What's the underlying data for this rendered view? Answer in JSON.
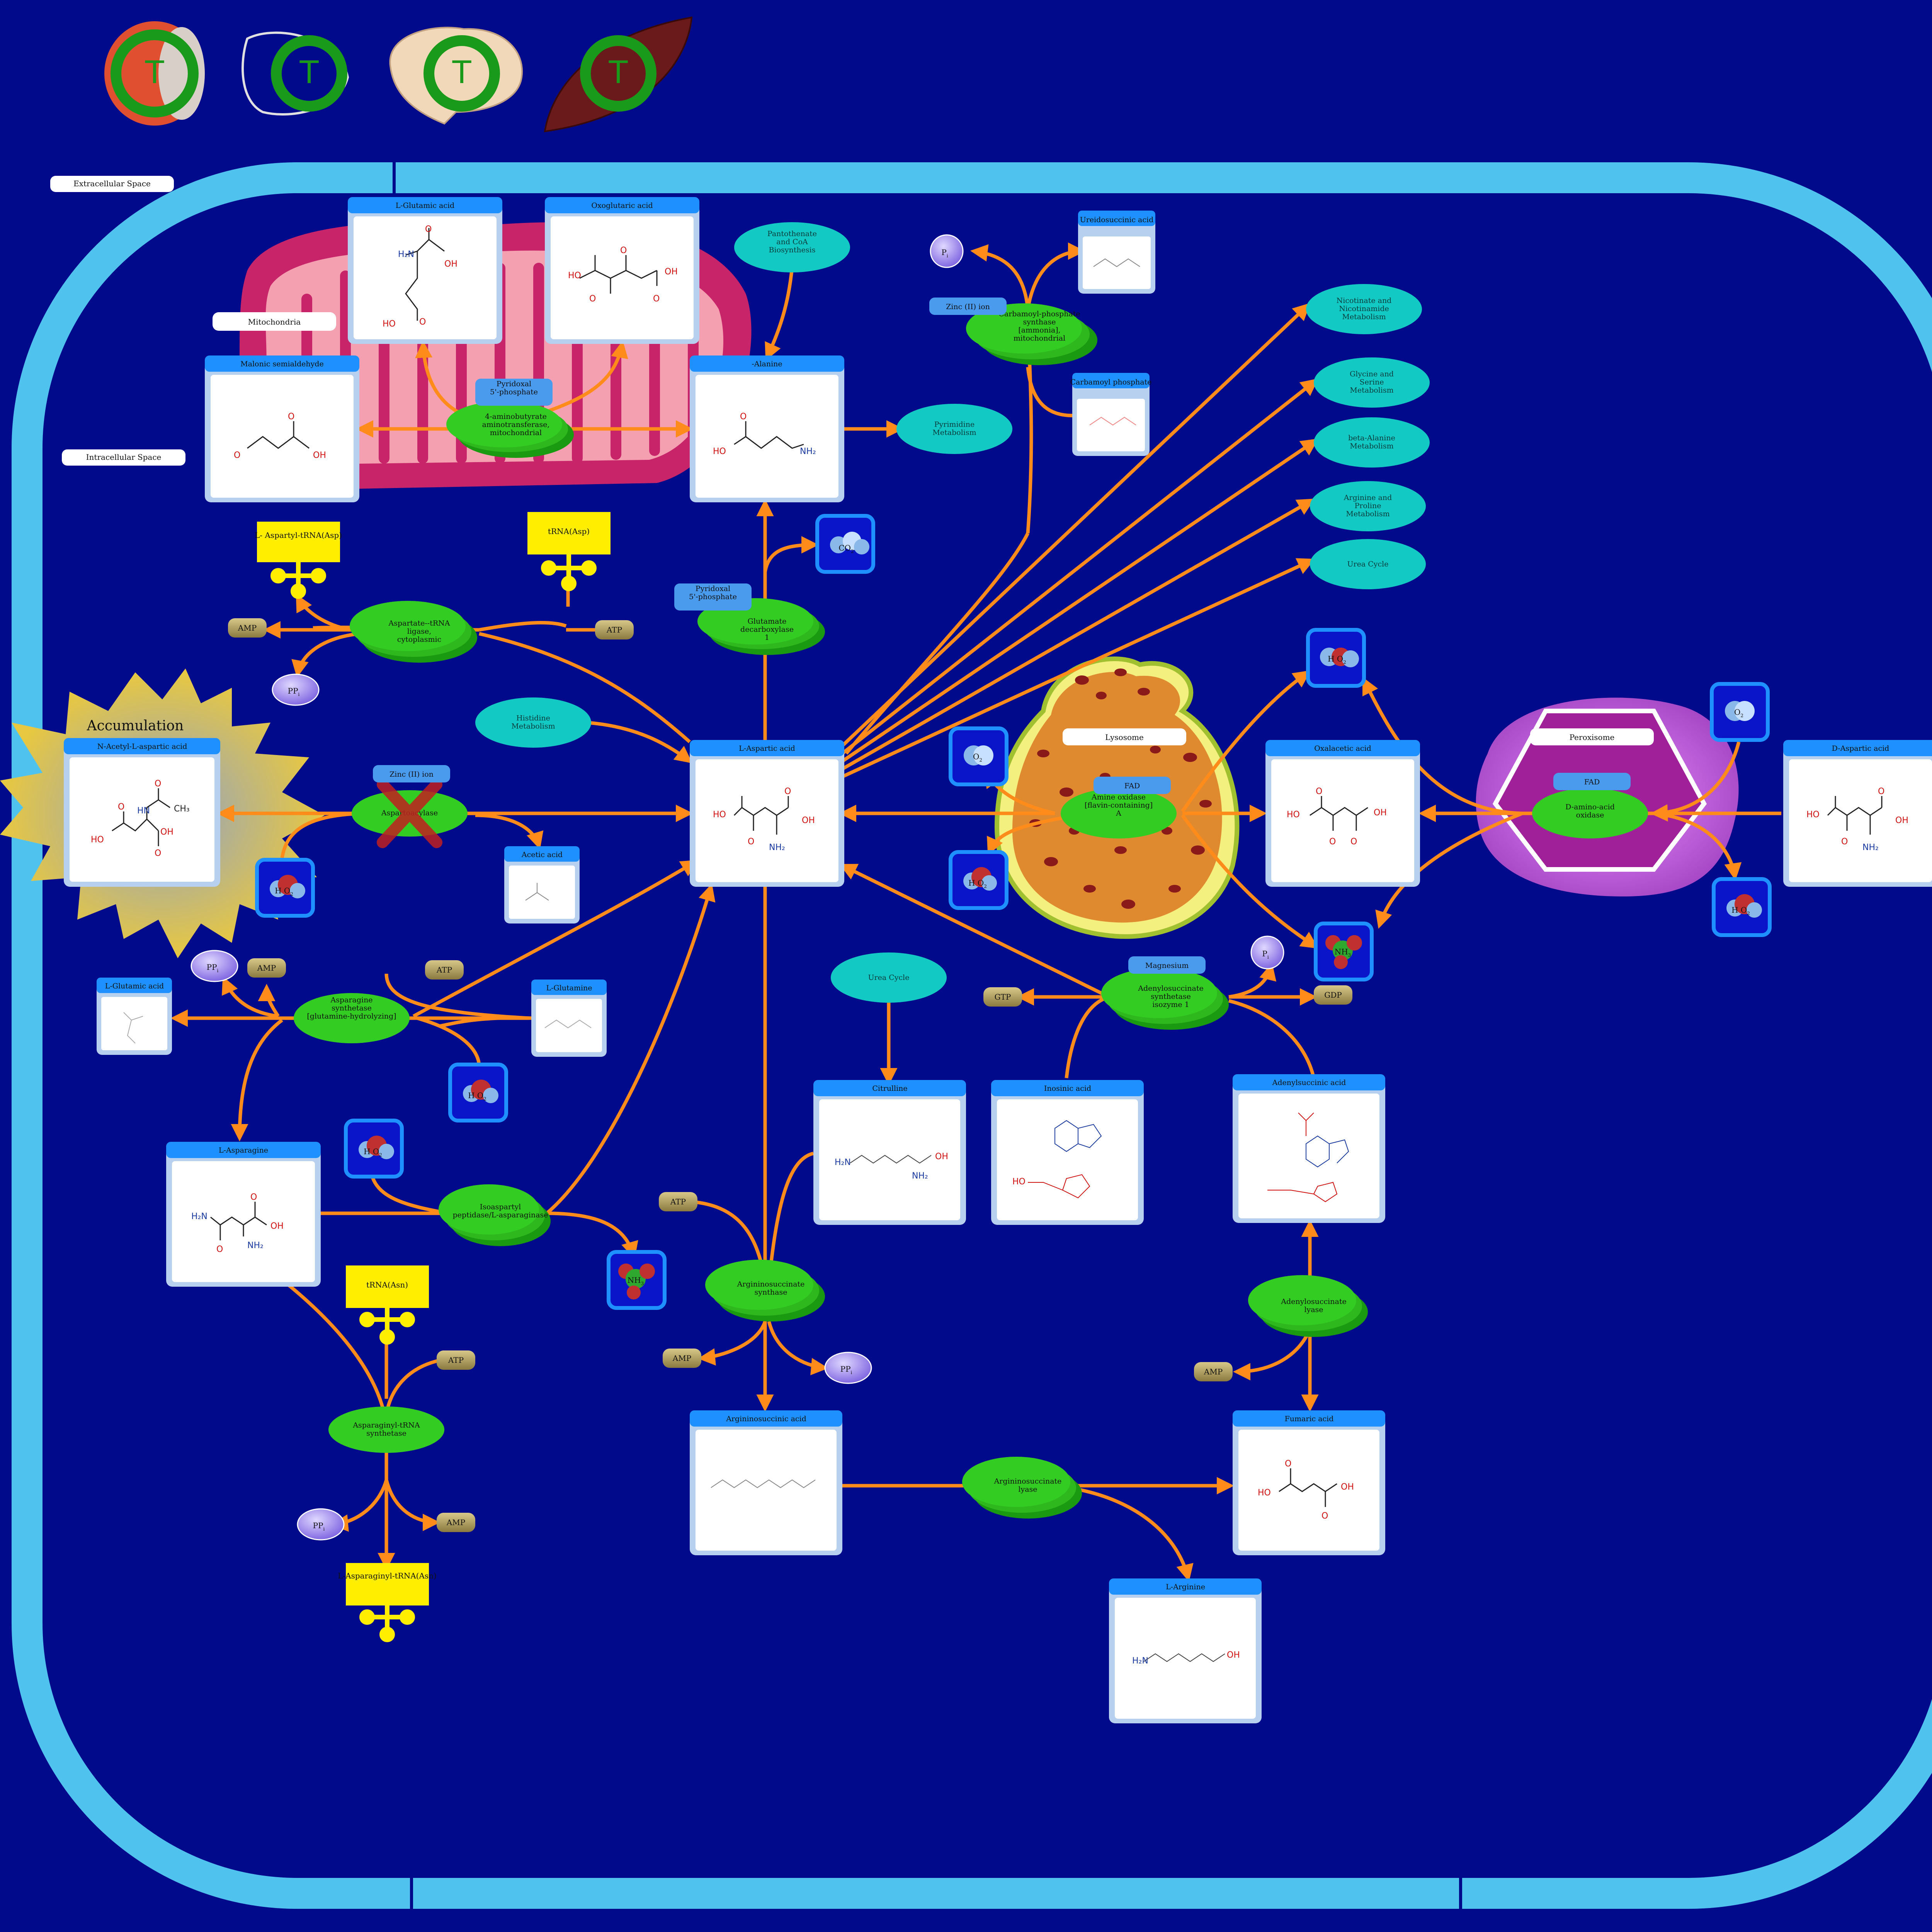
{
  "compartments": {
    "extracellular": "Extracellular Space",
    "intracellular": "Intracellular Space",
    "mitochondria": "Mitochondria",
    "lysosome": "Lysosome",
    "peroxisome": "Peroxisome"
  },
  "accumulation": "Accumulation",
  "metabolites": {
    "l_glutamic_top": "L-Glutamic acid",
    "oxoglutaric": "Oxoglutaric acid",
    "malonic": "Malonic semialdehyde",
    "beta_alanine": "-Alanine",
    "ureidosuccinic": "Ureidosuccinic acid",
    "carbamoyl": "Carbamoyl phosphate",
    "l_aspartic": "L-Aspartic acid",
    "oxalacetic": "Oxalacetic acid",
    "d_aspartic": "D-Aspartic acid",
    "n_acetyl": "N-Acetyl-L-aspartic acid",
    "acetic": "Acetic acid",
    "l_glutamic_left": "L-Glutamic acid",
    "l_glutamine": "L-Glutamine",
    "l_asparagine": "L-Asparagine",
    "citrulline": "Citrulline",
    "inosinic": "Inosinic acid",
    "adenylsuccinic": "Adenylsuccinic acid",
    "argininosuccinic": "Argininosuccinic acid",
    "fumaric": "Fumaric acid",
    "l_arginine": "L-Arginine"
  },
  "trna": {
    "asp_charged": "L- Aspartyl-tRNA(Asp)",
    "asp": "tRNA(Asp)",
    "asn": "tRNA(Asn)",
    "asn_charged": "L-Asparaginyl-tRNA(Asn)"
  },
  "enzymes": {
    "aminobutyrate": "4-aminobutyrate aminotransferase, mitochondrial",
    "carbamoyl_synth": "Carbamoyl-phosphate synthase [ammonia], mitochondrial",
    "glutamate_decarb": "Glutamate decarboxylase 1",
    "asp_trna_ligase": "Aspartate--tRNA ligase, cytoplasmic",
    "aspartoacylase": "Aspartoacylase",
    "amine_oxidase": "Amine oxidase [flavin-containing] A",
    "d_amino_oxidase": "D-amino-acid oxidase",
    "asparagine_synth": "Asparagine synthetase [glutamine-hydrolyzing]",
    "isoaspartyl": "Isoaspartyl peptidase/L-asparaginase",
    "adenylosucc_synth": "Adenylosuccinate synthetase isozyme 1",
    "argininosucc_synth": "Argininosuccinate synthase",
    "adenylosucc_lyase": "Adenylosuccinate lyase",
    "asparaginyl_trna": "Asparaginyl-tRNA synthetase",
    "argininosucc_lyase": "Argininosuccinate lyase"
  },
  "cofactors": {
    "pyridoxal": "Pyridoxal 5'-phosphate",
    "zinc": "Zinc (II) ion",
    "fad": "FAD",
    "magnesium": "Magnesium"
  },
  "pathways": {
    "pantothenate": "Pantothenate and CoA Biosynthesis",
    "pyrimidine": "Pyrimidine Metabolism",
    "nicotinate": "Nicotinate and Nicotinamide Metabolism",
    "glycine": "Glycine and Serine Metabolism",
    "beta_alanine": "beta-Alanine Metabolism",
    "arginine": "Arginine and Proline Metabolism",
    "urea_right": "Urea Cycle",
    "histidine": "Histidine Metabolism",
    "urea_center": "Urea Cycle"
  },
  "small": {
    "amp": "AMP",
    "atp": "ATP",
    "gtp": "GTP",
    "gdp": "GDP",
    "ppi": "PP",
    "pi": "P",
    "sub_i": "i",
    "co2": "CO",
    "o2": "O",
    "h2o": "H O",
    "h2o2": "H O",
    "nh3": "NH",
    "sub_2": "2",
    "sub_3": "3"
  },
  "colors": {
    "background": "#000a8a",
    "membrane": "#4fc3ee",
    "arrow": "#ff8c1a",
    "enzyme": "#33cc22",
    "pathway": "#12c9c4",
    "box_header": "#1e90ff",
    "trna": "#ffee00",
    "small_molecule": "#a89a5a"
  }
}
